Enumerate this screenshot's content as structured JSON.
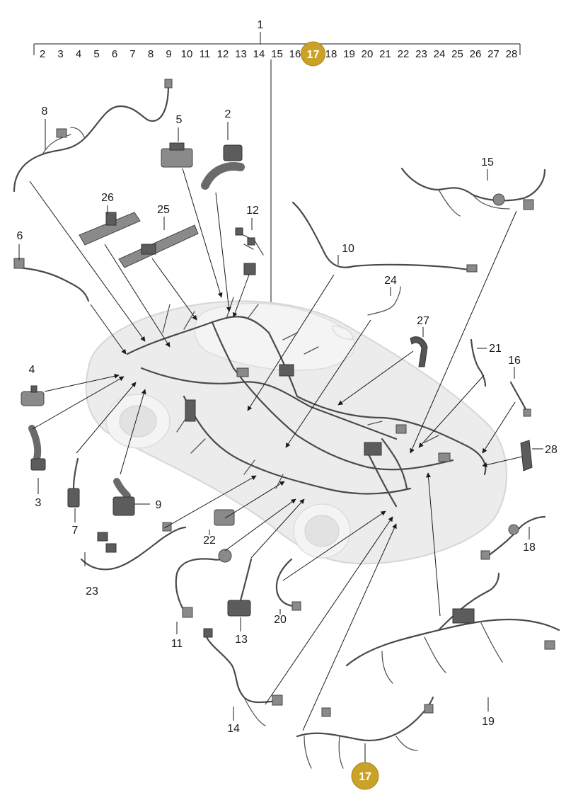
{
  "top_label": "1",
  "scale_numbers": [
    "2",
    "3",
    "4",
    "5",
    "6",
    "7",
    "8",
    "9",
    "10",
    "11",
    "12",
    "13",
    "14",
    "15",
    "16",
    "17",
    "18",
    "19",
    "20",
    "21",
    "22",
    "23",
    "24",
    "25",
    "26",
    "27",
    "28"
  ],
  "highlight_number": "17",
  "colors": {
    "badge": "#c9a227",
    "badge_stroke": "#a88514",
    "ink": "#1a1a1a",
    "car": "#ececec"
  },
  "callouts": [
    {
      "id": "2",
      "label": "2"
    },
    {
      "id": "3",
      "label": "3"
    },
    {
      "id": "4",
      "label": "4"
    },
    {
      "id": "5",
      "label": "5"
    },
    {
      "id": "6",
      "label": "6"
    },
    {
      "id": "7",
      "label": "7"
    },
    {
      "id": "8",
      "label": "8"
    },
    {
      "id": "9",
      "label": "9"
    },
    {
      "id": "10",
      "label": "10"
    },
    {
      "id": "11",
      "label": "11"
    },
    {
      "id": "12",
      "label": "12"
    },
    {
      "id": "13",
      "label": "13"
    },
    {
      "id": "14",
      "label": "14"
    },
    {
      "id": "15",
      "label": "15"
    },
    {
      "id": "16",
      "label": "16"
    },
    {
      "id": "18",
      "label": "18"
    },
    {
      "id": "19",
      "label": "19"
    },
    {
      "id": "20",
      "label": "20"
    },
    {
      "id": "21",
      "label": "21"
    },
    {
      "id": "22",
      "label": "22"
    },
    {
      "id": "23",
      "label": "23"
    },
    {
      "id": "24",
      "label": "24"
    },
    {
      "id": "25",
      "label": "25"
    },
    {
      "id": "26",
      "label": "26"
    },
    {
      "id": "27",
      "label": "27"
    },
    {
      "id": "28",
      "label": "28"
    }
  ],
  "bottom_badge": "17"
}
